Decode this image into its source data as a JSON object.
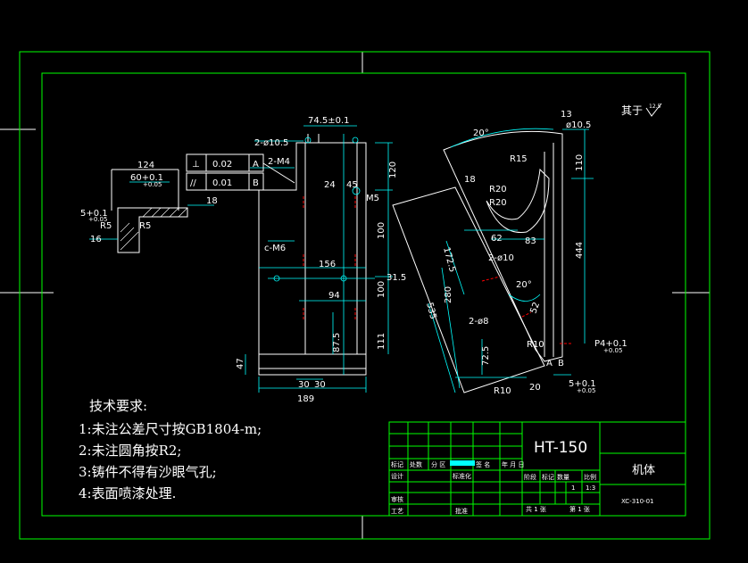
{
  "drawing": {
    "title_code": "HT-150",
    "part_name": "机体",
    "drawing_no": "XC-310-01",
    "scale": "1:3",
    "qty": "1",
    "sheets_total": "共 1 张",
    "sheet_no": "第 1 张",
    "surface_note": "其于",
    "surface_symbol_value": "12.5"
  },
  "title_block": {
    "row1": [
      "标记",
      "处数",
      "分 区",
      "",
      "签 名",
      "年 月 日"
    ],
    "design": "设计",
    "standardize": "标准化",
    "review": "审核",
    "process": "工艺",
    "approve": "批准",
    "stage": [
      "阶段",
      "标记",
      "数量",
      "比例"
    ]
  },
  "notes": {
    "heading": "技术要求:",
    "items": [
      "1:未注公差尺寸按GB1804-m;",
      "2:未注圆角按R2;",
      "3:铸件不得有沙眼气孔;",
      "4:表面喷漆处理."
    ]
  },
  "tolerance_frames": [
    {
      "symbol": "⊥",
      "value": "0.02",
      "datum": "A"
    },
    {
      "symbol": "//",
      "value": "0.01",
      "datum": "B"
    }
  ],
  "dimensions": {
    "d_74_5": "74.5±0.1",
    "d_2_10_5": "2-ø10.5",
    "d_2_m4": "2-M4",
    "d_24": "24",
    "d_45": "45",
    "d_m5": "M5",
    "d_120": "120",
    "d_c_m6": "c-M6",
    "d_156": "156",
    "d_31_5": "31.5",
    "d_94": "94",
    "d_100a": "100",
    "d_100b": "100",
    "d_111": "111",
    "d_87_5": "87.5",
    "d_47": "47",
    "d_30a": "30",
    "d_30b": "30",
    "d_189": "189",
    "d_124": "124",
    "d_60": "60+0.1",
    "d_60b": "+0.05",
    "d_18a": "18",
    "d_5": "5+0.1",
    "d_5b": "+0.05",
    "d_r5a": "R5",
    "d_r5b": "R5",
    "d_16": "16",
    "d_20deg": "20°",
    "d_13": "13",
    "d_10_5": "ø10.5",
    "d_r15": "R15",
    "d_110": "110",
    "d_18b": "18",
    "d_r20a": "R20",
    "d_r20b": "R20",
    "d_62": "62",
    "d_83": "83",
    "d_444": "444",
    "d_2_10": "2-ø10",
    "d_172_5": "172.5",
    "d_280": "280",
    "d_535": "535",
    "d_20deg2": "20°",
    "d_2_8": "2-ø8",
    "d_52": "52",
    "d_r10a": "R10",
    "d_r10b": "R10",
    "d_72_5": "72.5",
    "d_20": "20",
    "d_p4": "P4+0.1",
    "d_p4b": "+0.05",
    "d_5c": "5+0.1",
    "d_5d": "+0.05",
    "d_a": "A",
    "d_b": "B"
  },
  "colors": {
    "border": "#00ff00",
    "outline": "#ffffff",
    "dimension": "#00ffff",
    "hidden": "#ff0000"
  }
}
